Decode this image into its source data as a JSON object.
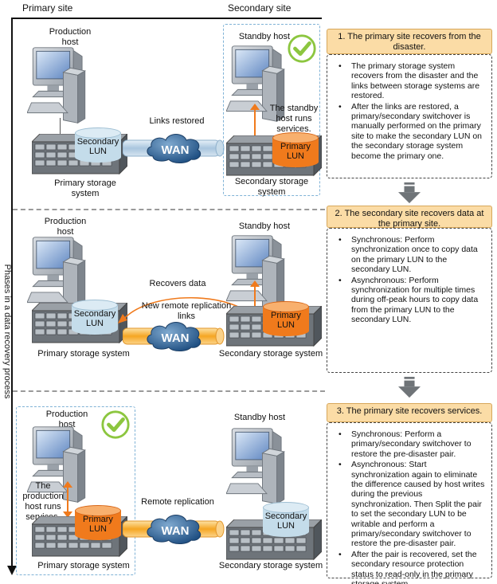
{
  "headers": {
    "primary": "Primary site",
    "secondary": "Secondary site"
  },
  "axis_label": "Phases in a data recovery process",
  "phase1": {
    "production_host": "Production\nhost",
    "standby_host": "Standby host",
    "links_label": "Links restored",
    "wan": "WAN",
    "primary_disk": "Secondary\nLUN",
    "secondary_disk": "Primary\nLUN",
    "standby_note": "The standby\nhost runs\nservices.",
    "primary_storage": "Primary storage\nsystem",
    "secondary_storage": "Secondary storage\nsystem",
    "title": "1. The primary site recovers from the disaster.",
    "bullets": [
      "The primary storage system recovers from the disaster and the links between storage systems are restored.",
      "After the links are restored, a primary/secondary switchover is manually performed on the primary site to make the secondary LUN on the secondary storage system become the primary one."
    ]
  },
  "phase2": {
    "production_host": "Production\nhost",
    "standby_host": "Standby host",
    "recovers_label": "Recovers data",
    "replication_label": "New remote replication\nlinks",
    "wan": "WAN",
    "primary_disk": "Secondary\nLUN",
    "secondary_disk": "Primary\nLUN",
    "primary_storage": "Primary storage system",
    "secondary_storage": "Secondary storage system",
    "title": "2. The secondary site recovers data at the primary site.",
    "bullets": [
      "Synchronous: Perform synchronization once to copy data on the primary LUN to the secondary LUN.",
      "Asynchronous: Perform synchronization for multiple times during off-peak hours to copy data from the primary LUN to the secondary LUN."
    ]
  },
  "phase3": {
    "production_host": "Production\nhost",
    "standby_host": "Standby host",
    "production_note": "The\nproduction\nhost runs\nservices.",
    "replication_label": "Remote replication",
    "wan": "WAN",
    "primary_disk": "Primary\nLUN",
    "secondary_disk": "Secondary\nLUN",
    "primary_storage": "Primary storage system",
    "secondary_storage": "Secondary storage system",
    "title": "3. The primary site recovers services.",
    "bullets": [
      "Synchronous: Perform a primary/secondary switchover to restore the pre-disaster pair.",
      "Asynchronous: Start synchronization again to eliminate the difference caused by host writes during the previous synchronization. Then Split the pair to set the secondary LUN to be writable and perform a primary/secondary switchover to restore the pre-disaster pair.",
      "After the pair is recovered, set the secondary resource protection status to read-only in the primary storage system."
    ]
  },
  "colors": {
    "accent_orange": "#f07a1c",
    "lun_blue": "#c4dcea",
    "title_fill": "#fbdca6",
    "check_green": "#8cc63f"
  }
}
